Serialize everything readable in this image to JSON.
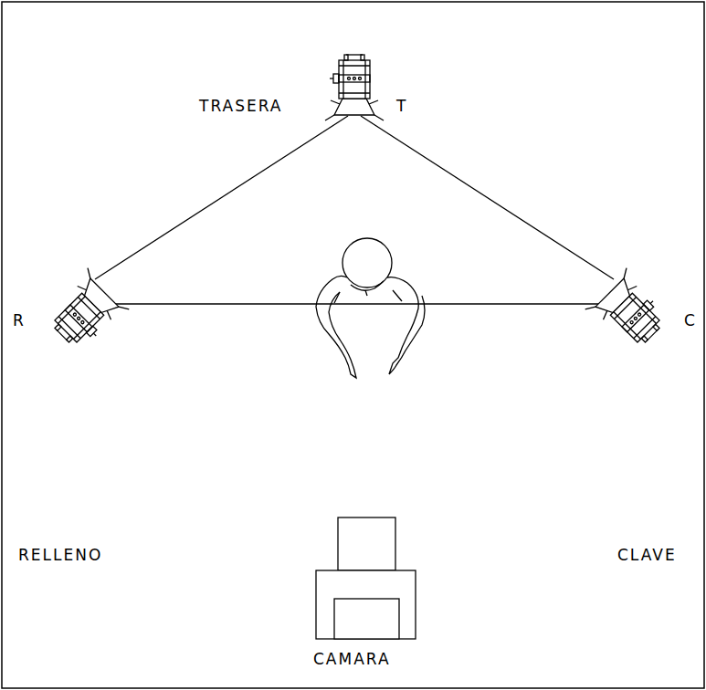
{
  "diagram": {
    "labels": [
      "TRASERA",
      "T",
      "R",
      "C",
      "RELLENO",
      "CLAVE",
      "CAMARA"
    ]
  }
}
